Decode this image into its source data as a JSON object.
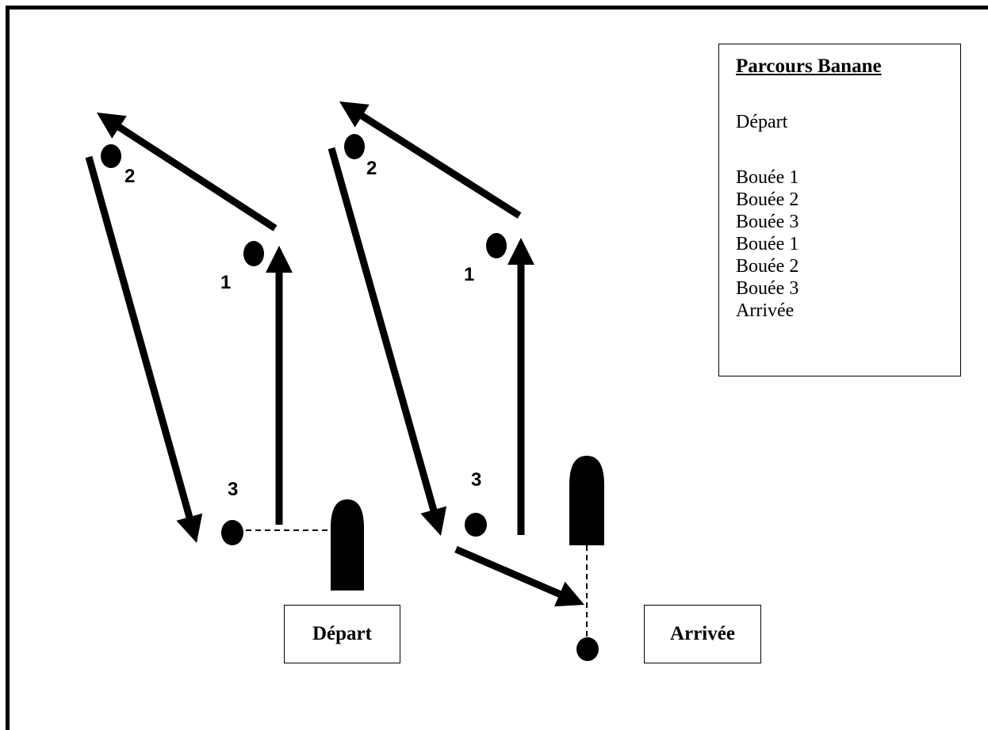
{
  "legend": {
    "title": "Parcours Banane",
    "start": "Départ",
    "steps": [
      "Bouée 1",
      "Bouée 2",
      "Bouée 3",
      "Bouée 1",
      "Bouée 2",
      "Bouée 3",
      "Arrivée"
    ]
  },
  "start_label": "Départ",
  "finish_label": "Arrivée",
  "buoy_labels": {
    "one": "1",
    "two": "2",
    "three": "3"
  }
}
